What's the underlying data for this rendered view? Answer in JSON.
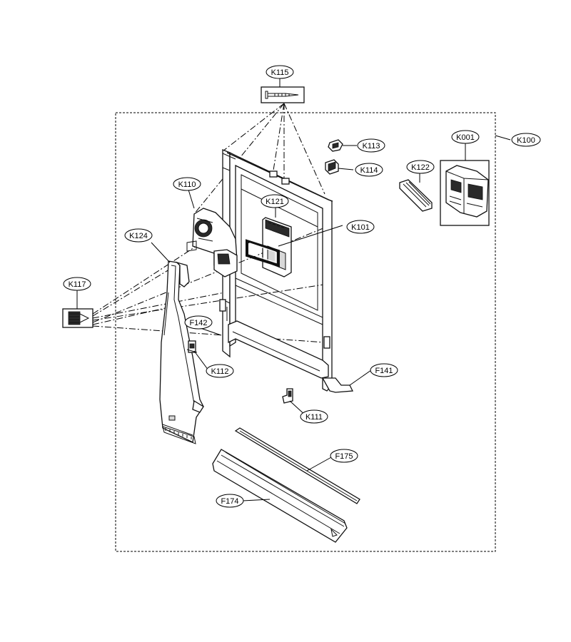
{
  "diagram": {
    "labels": {
      "K115": "K115",
      "K100": "K100",
      "K001": "K001",
      "K113": "K113",
      "K114": "K114",
      "K122": "K122",
      "K110": "K110",
      "K121": "K121",
      "K101": "K101",
      "K124": "K124",
      "K117": "K117",
      "F142": "F142",
      "K112": "K112",
      "F141": "F141",
      "K111": "K111",
      "F175": "F175",
      "F174": "F174"
    }
  }
}
